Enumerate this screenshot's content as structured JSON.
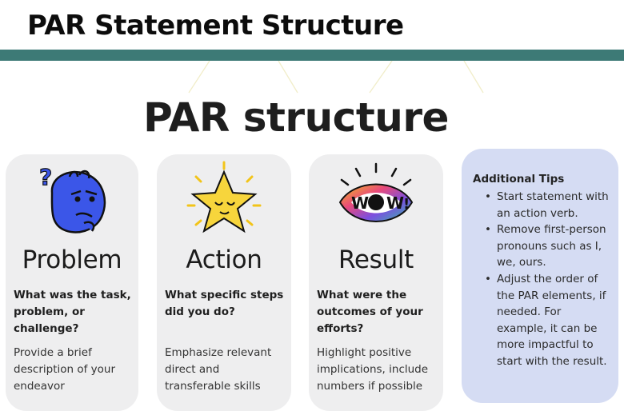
{
  "header": {
    "title": "PAR Statement Structure",
    "bar_color": "#3d7a76"
  },
  "slide": {
    "heading": "PAR structure",
    "cards": [
      {
        "title": "Problem",
        "question": "What was the task, problem, or challenge?",
        "description": "Provide a brief description of your endeavor",
        "icon": "confused-face-icon"
      },
      {
        "title": "Action",
        "question": "What specific steps did you do?",
        "description": "Emphasize relevant direct and transferable skills",
        "icon": "star-icon"
      },
      {
        "title": "Result",
        "question": "What were the outcomes of your efforts?",
        "description": "Highlight positive implications, include numbers if possible",
        "icon": "wow-eye-icon"
      }
    ],
    "tips": {
      "title": "Additional Tips",
      "items": [
        "Start statement with an action verb.",
        "Remove first-person pronouns such as I, we, ours.",
        "Adjust the order of the PAR elements, if needed. For example, it can be more impactful to start with the result."
      ]
    },
    "colors": {
      "card_bg": "#eeeeef",
      "tips_bg": "#d5dcf3"
    }
  }
}
